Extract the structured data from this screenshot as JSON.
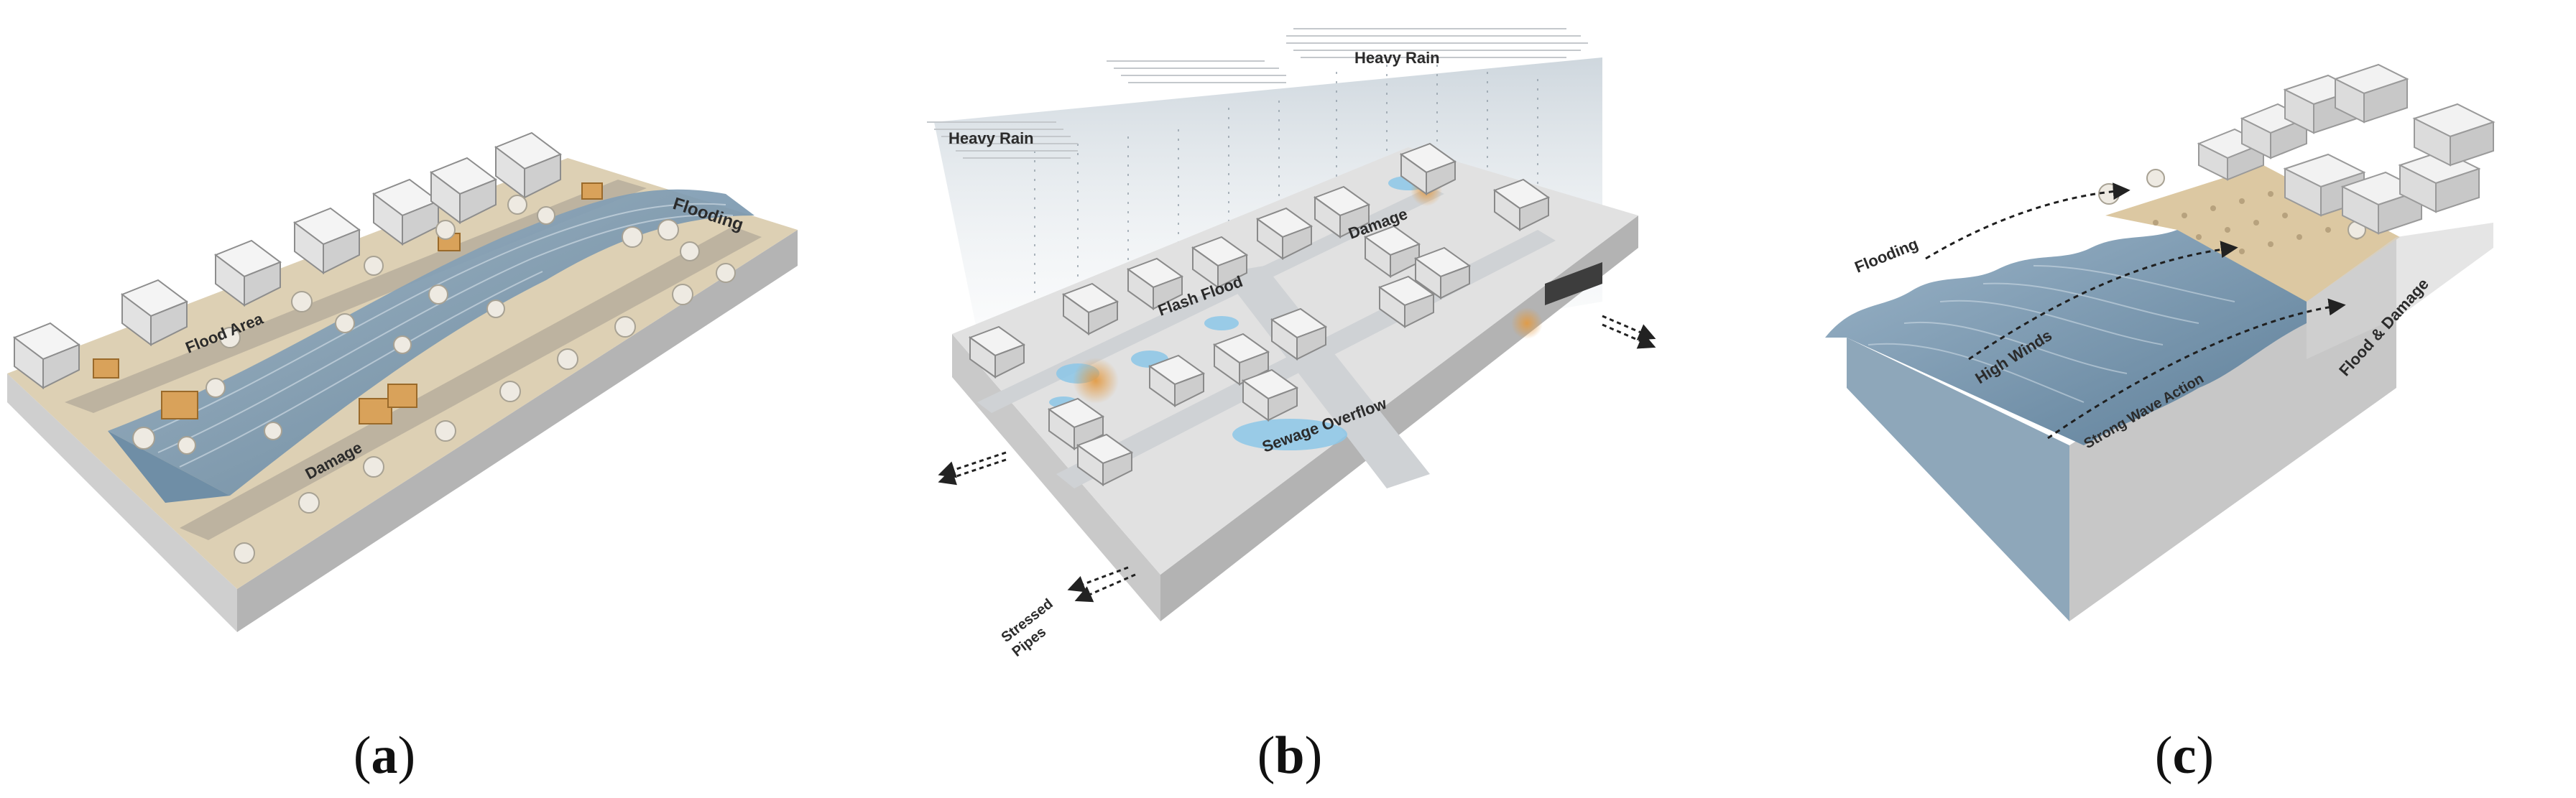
{
  "panels": [
    {
      "id": "a",
      "caption_letter": "a",
      "labels": {
        "flooding": "Flooding",
        "flood_area": "Flood Area",
        "damage": "Damage"
      }
    },
    {
      "id": "b",
      "caption_letter": "b",
      "labels": {
        "heavy_rain_1": "Heavy Rain",
        "heavy_rain_2": "Heavy Rain",
        "damage": "Damage",
        "flash_flood": "Flash Flood",
        "sewage_overflow": "Sewage Overflow",
        "stressed_pipes_line1": "Stressed",
        "stressed_pipes_line2": "Pipes"
      }
    },
    {
      "id": "c",
      "caption_letter": "c",
      "labels": {
        "flooding": "Flooding",
        "high_winds": "High Winds",
        "strong_wave_action": "Strong Wave Action",
        "flood_damage": "Flood & Damage"
      }
    }
  ],
  "colors": {
    "water": "#7f9fb8",
    "water_dark": "#5f7f9a",
    "sand": "#d9c7a4",
    "ground_top": "#dcdcdc",
    "ground_side": "#b9b9b9",
    "ground_front": "#cfcfcf",
    "damage_orange": "#d9a25a",
    "sewage_blue": "#8cc7e8"
  }
}
